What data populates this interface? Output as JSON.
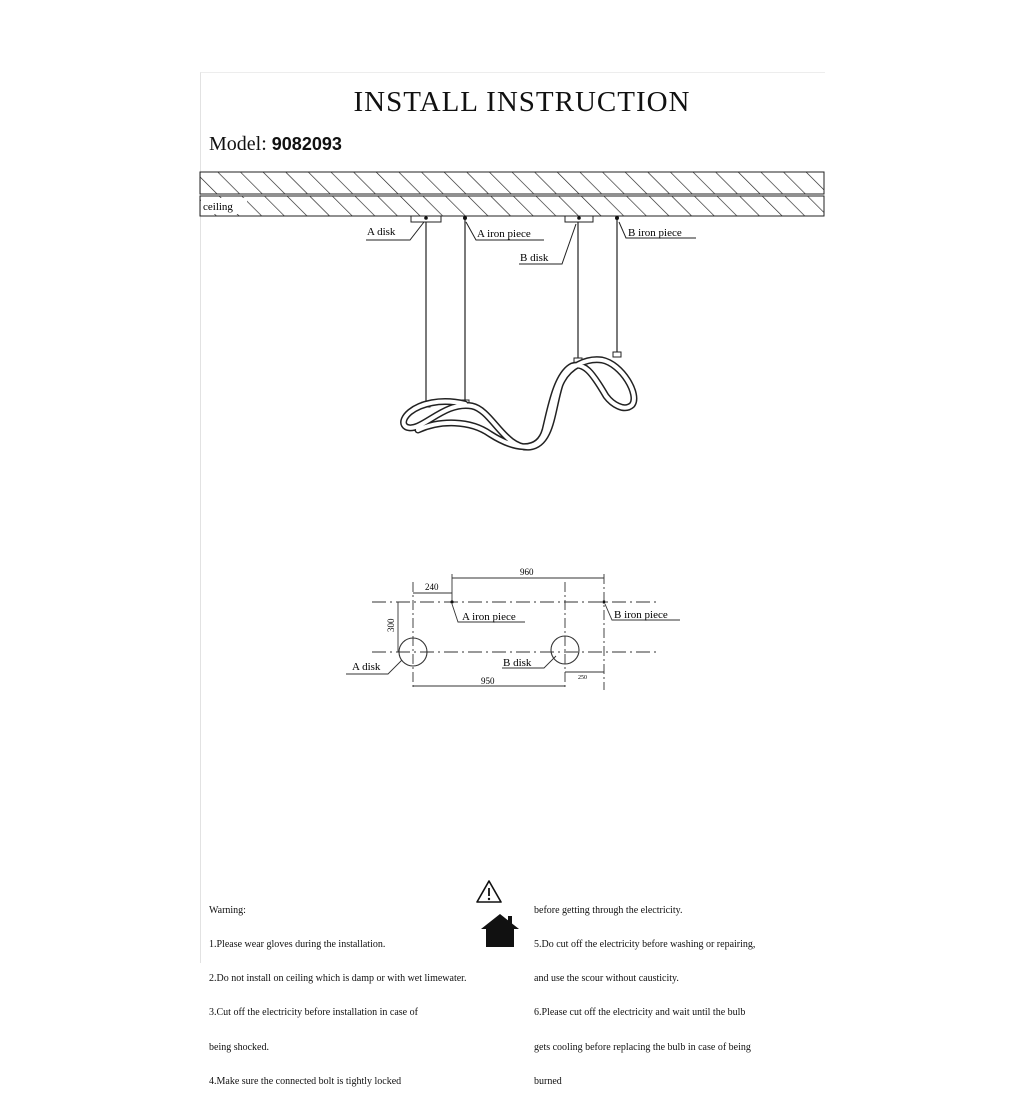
{
  "title": "INSTALL INSTRUCTION",
  "model": {
    "label": "Model:",
    "number": "9082093"
  },
  "side_view": {
    "ceiling_label": "ceiling",
    "a_disk": "A disk",
    "a_iron_piece": "A iron piece",
    "b_disk": "B disk",
    "b_iron_piece": "B iron piece"
  },
  "plan_view": {
    "dim_top_left": "240",
    "dim_top_main": "960",
    "dim_vertical": "300",
    "dim_bottom_main": "950",
    "dim_bottom_right": "250",
    "a_iron_piece": "A iron piece",
    "b_iron_piece": "B iron piece",
    "a_disk": "A disk",
    "b_disk": "B disk"
  },
  "warnings": {
    "left": [
      "Warning:",
      "1.Please wear gloves during the installation.",
      "2.Do not install on ceiling which is damp or with wet limewater.",
      "3.Cut off the electricity before installation in case of",
      "being shocked.",
      "4.Make sure the connected bolt is tightly locked"
    ],
    "right": [
      "before getting through the electricity.",
      "5.Do cut off the electricity before washing or repairing,",
      "and use the scour without causticity.",
      "6.Please cut off the electricity and wait until the bulb",
      "gets cooling before replacing the bulb in case of being",
      "burned"
    ]
  },
  "icons": [
    "warning-triangle-icon",
    "house-icon"
  ]
}
